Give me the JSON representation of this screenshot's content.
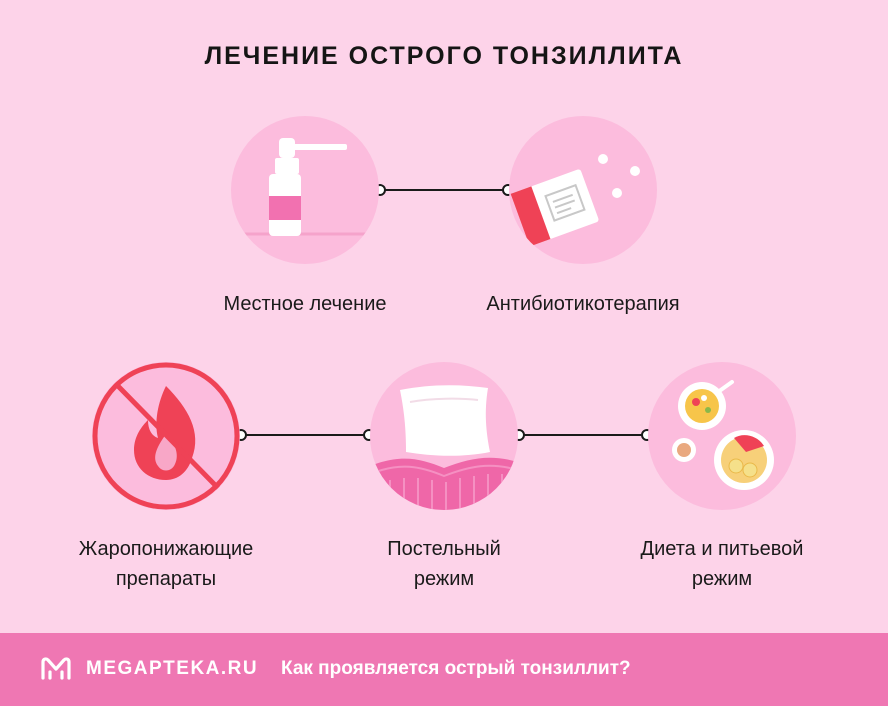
{
  "title": "ЛЕЧЕНИЕ ОСТРОГО ТОНЗИЛЛИТА",
  "items": [
    {
      "label": "Местное лечение",
      "icon": "spray-bottle-icon"
    },
    {
      "label": "Антибиотикотерапия",
      "icon": "pill-box-icon"
    },
    {
      "label_lines": [
        "Жаропонижающие",
        "препараты"
      ],
      "icon": "no-fire-icon"
    },
    {
      "label_lines": [
        "Постельный",
        "режим"
      ],
      "icon": "pillow-icon"
    },
    {
      "label_lines": [
        "Диета и питьевой",
        "режим"
      ],
      "icon": "food-plates-icon"
    }
  ],
  "footer": {
    "brand": "MEGAPTEKA.RU",
    "link": "Как проявляется острый тонзиллит?"
  },
  "colors": {
    "background": "#fdd3e9",
    "circle": "#fcbcdd",
    "accent_red": "#ef4256",
    "footer": "#ef77b3"
  }
}
